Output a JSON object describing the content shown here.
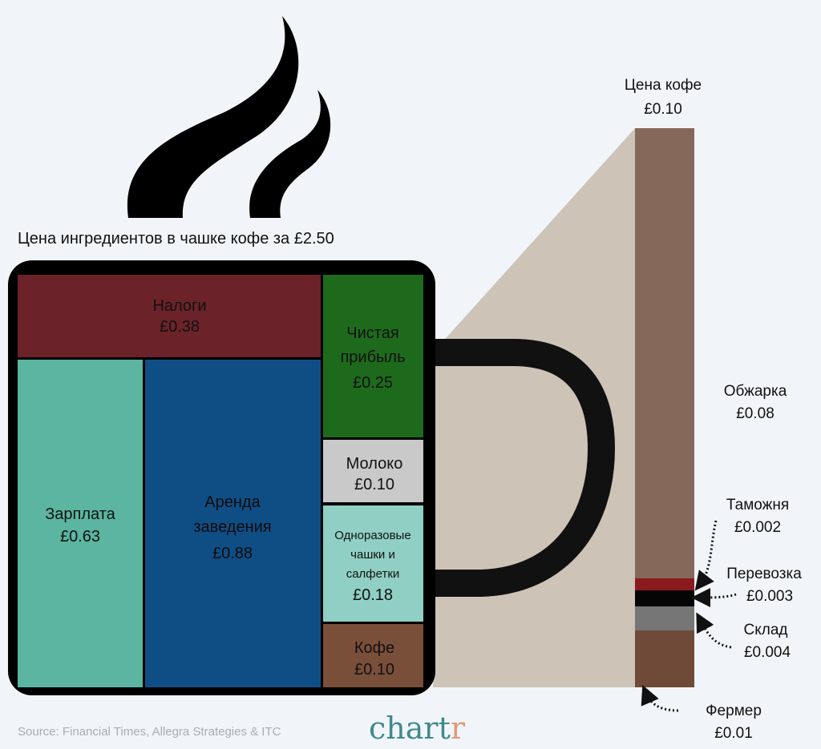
{
  "chart_data": {
    "type": "treemap",
    "title": "Цена ингредиентов в чашке кофе за £2.50",
    "total": 2.5,
    "currency": "£",
    "cup_segments": [
      {
        "name": "Налоги",
        "value_label": "£0.38",
        "value": 0.38,
        "color": "#6b2329"
      },
      {
        "name": "Зарплата",
        "value_label": "£0.63",
        "value": 0.63,
        "color": "#5bb5a0"
      },
      {
        "name": "Аренда заведения",
        "line1": "Аренда",
        "line2": "заведения",
        "value_label": "£0.88",
        "value": 0.88,
        "color": "#0f4e85"
      },
      {
        "name": "Чистая прибыль",
        "line1": "Чистая",
        "line2": "прибыль",
        "value_label": "£0.25",
        "value": 0.25,
        "color": "#1e6a1c"
      },
      {
        "name": "Молоко",
        "value_label": "£0.10",
        "value": 0.1,
        "color": "#c9c9c9"
      },
      {
        "name": "Одноразовые чашки и салфетки",
        "line1": "Одноразовые",
        "line2": "чашки и",
        "line3": "салфетки",
        "value_label": "£0.18",
        "value": 0.18,
        "color": "#90cfc4"
      },
      {
        "name": "Кофе",
        "value_label": "£0.10",
        "value": 0.1,
        "color": "#7a4f3a"
      }
    ],
    "coffee_breakdown": {
      "title": "Цена кофе",
      "total_label": "£0.10",
      "total": 0.1,
      "segments": [
        {
          "name": "Обжарка",
          "value_label": "£0.08",
          "value": 0.08,
          "color": "#86685a"
        },
        {
          "name": "Таможня",
          "value_label": "£0.002",
          "value": 0.002,
          "color": "#8b1a1e"
        },
        {
          "name": "Перевозка",
          "value_label": "£0.003",
          "value": 0.003,
          "color": "#050505"
        },
        {
          "name": "Склад",
          "value_label": "£0.004",
          "value": 0.004,
          "color": "#767676"
        },
        {
          "name": "Фермер",
          "value_label": "£0.01",
          "value": 0.01,
          "color": "#6f4a39"
        }
      ]
    }
  },
  "footer": {
    "source": "Source: Financial Times, Allegra Strategies & ITC",
    "logo_main": "chart",
    "logo_end": "r"
  }
}
